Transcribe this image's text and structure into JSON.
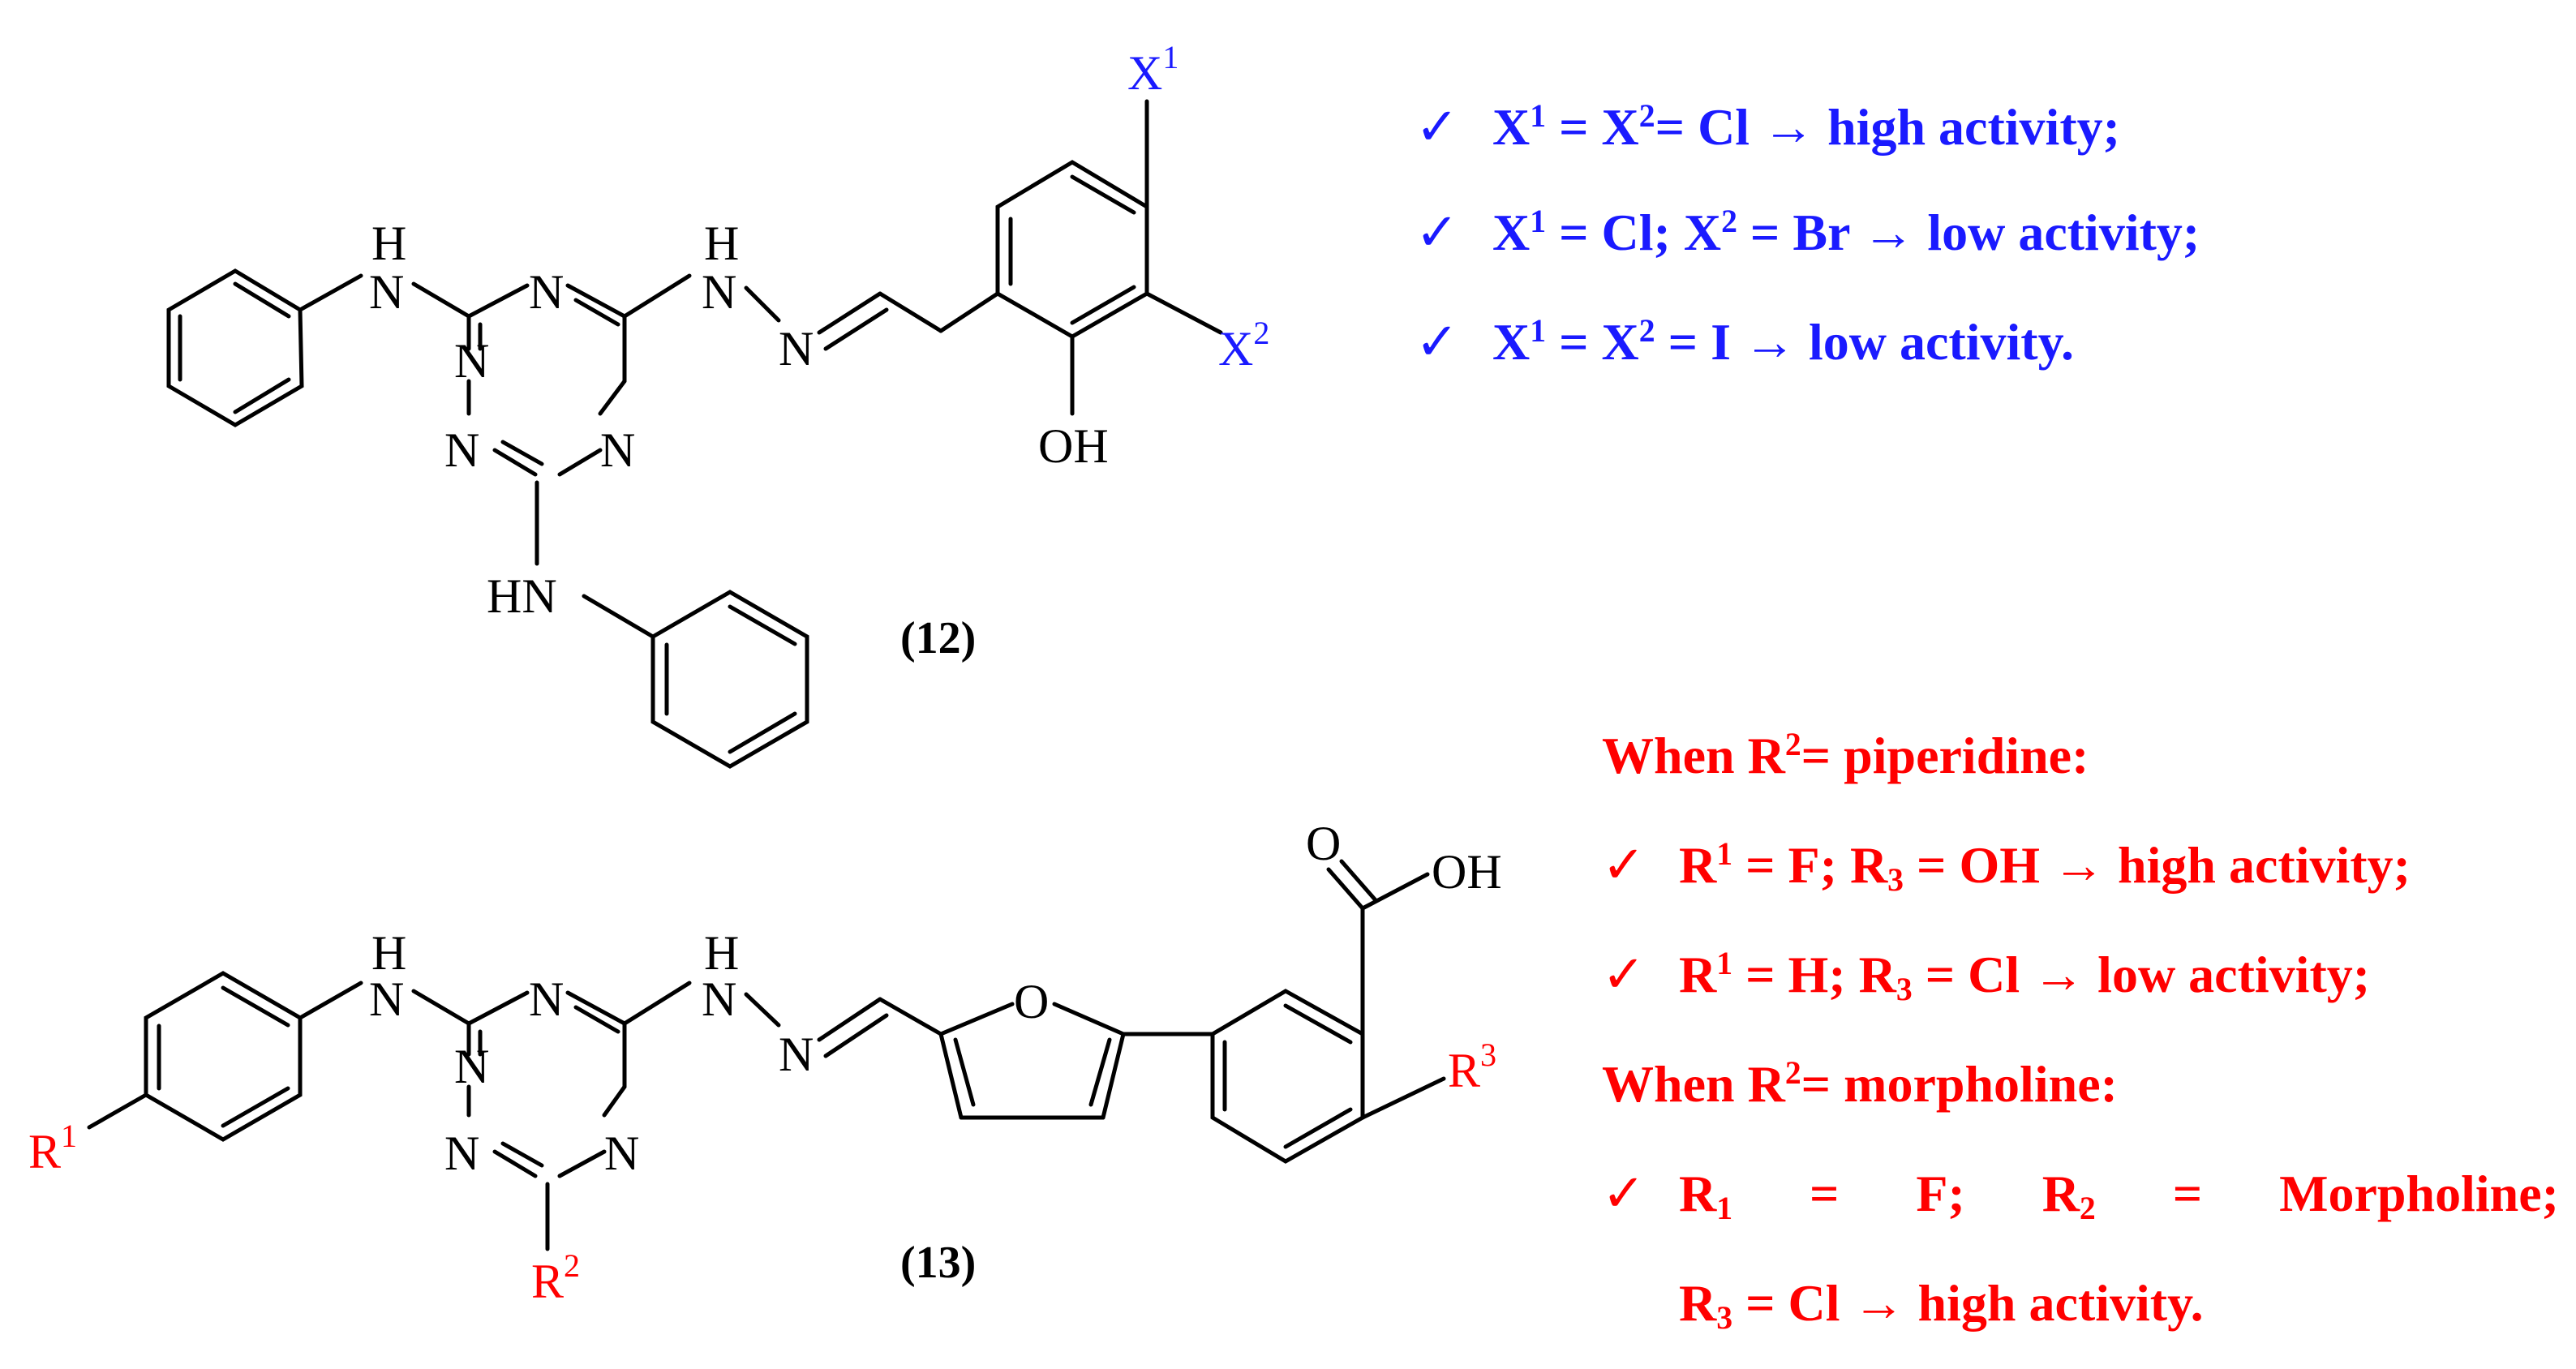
{
  "compound_12": {
    "id_label": "(12)",
    "atoms": {
      "x1_sub_label": "X",
      "x1_sub_sup": "1",
      "x2_sub_label": "X",
      "x2_sub_sup": "2",
      "nh_left": "N",
      "nh_left_h": "H",
      "nh_right": "N",
      "nh_right_h": "H",
      "hydrazone_n": "N",
      "triazine_n_top": "N",
      "triazine_n_left": "N",
      "triazine_n_right": "N",
      "hn_bottom": "HN",
      "oh": "OH"
    }
  },
  "compound_13": {
    "id_label": "(13)",
    "atoms": {
      "nh_left": "N",
      "nh_left_h": "H",
      "nh_right": "N",
      "nh_right_h": "H",
      "hydrazone_n": "N",
      "triazine_n_top": "N",
      "triazine_n_left": "N",
      "triazine_n_right": "N",
      "furan_o": "O",
      "carbonyl_o": "O",
      "acid_oh": "OH",
      "r1_label": "R",
      "r1_sup": "1",
      "r2_label": "R",
      "r2_sup": "2",
      "r3_label": "R",
      "r3_sup": "3"
    }
  },
  "notes_12": {
    "check_mark": "✓",
    "items": [
      {
        "a": "X",
        "a_sup": "1",
        "eq1": " = ",
        "b": "X",
        "b_sup": "2",
        "eq2": "= Cl → high activity;"
      },
      {
        "a": "X",
        "a_sup": "1",
        "eq1": " = Cl; ",
        "b": "X",
        "b_sup": "2",
        "eq2": " = Br → low activity;"
      },
      {
        "a": "X",
        "a_sup": "1",
        "eq1": " = ",
        "b": "X",
        "b_sup": "2",
        "eq2": " = I → low activity."
      }
    ]
  },
  "notes_13": {
    "check_mark": "✓",
    "header1": {
      "pre": "When R",
      "sup": "2",
      "post": "= piperidine:"
    },
    "item1": {
      "a": "R",
      "a_sup": "1",
      "mid": " = F; R",
      "mid_sub": "3",
      "post": " = OH → high activity;"
    },
    "item2": {
      "a": "R",
      "a_sup": "1",
      "mid": " = H; R",
      "mid_sub": "3",
      "post": " = Cl → low activity;"
    },
    "header2": {
      "pre": "When R",
      "sup": "2",
      "post": "= morpholine:"
    },
    "item3": {
      "r1": "R",
      "r1_sub": "1",
      "eq": "=",
      "f": "F;",
      "r2": "R",
      "r2_sub": "2",
      "eq2": "=",
      "morph": "Morpholine;"
    },
    "item3b": {
      "r3": "R",
      "r3_sub": "3",
      "post": " = Cl → high activity."
    }
  },
  "colors": {
    "compound_12_substituents": "#1a1aff",
    "compound_13_substituents": "#ff0000",
    "bonds": "#000000"
  }
}
